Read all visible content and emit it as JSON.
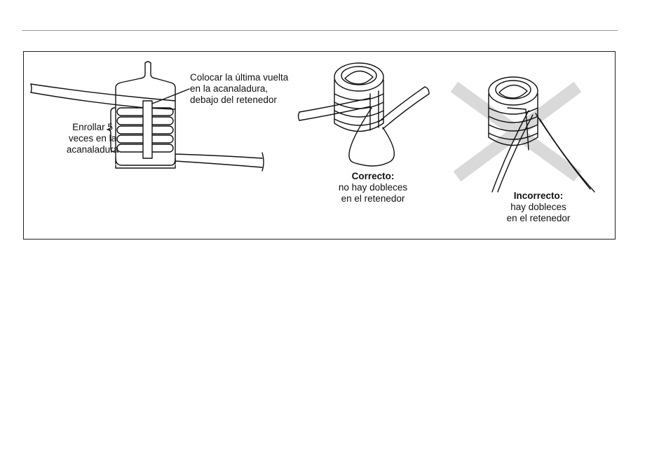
{
  "instructions": {
    "wrap_lines": [
      "Enrollar 5",
      "veces en la",
      "acanaladura"
    ],
    "last_turn_lines": [
      "Colocar la última vuelta",
      "en la acanaladura,",
      "debajo del retenedor"
    ]
  },
  "correct": {
    "title": "Correcto:",
    "lines": [
      "no hay dobleces",
      "en el retenedor"
    ]
  },
  "incorrect": {
    "title": "Incorrecto:",
    "lines": [
      "hay dobleces",
      "en el retenedor"
    ]
  },
  "colors": {
    "line": "#111111",
    "rule": "#9a9a9a",
    "cross": "#d9d9d9"
  }
}
